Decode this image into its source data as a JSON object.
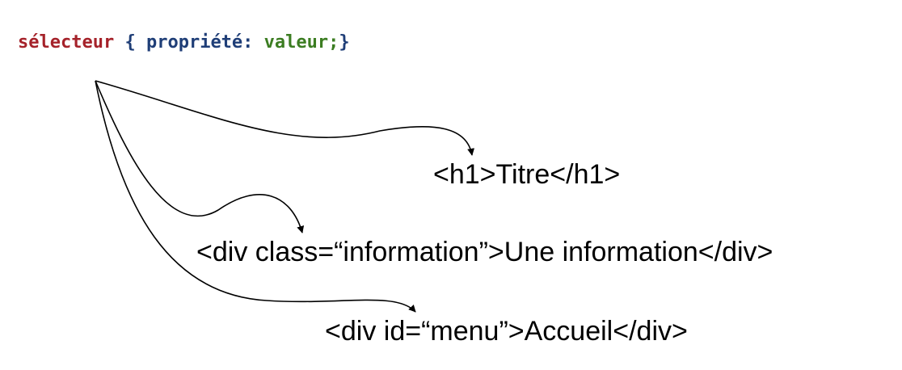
{
  "syntax": {
    "selector": "sélecteur",
    "open_brace": " { ",
    "property": "propriété: ",
    "value": "valeur;",
    "close_brace": "}"
  },
  "targets": {
    "h1": "<h1>Titre</h1>",
    "class_div": "<div class=“information”>Une information</div>",
    "id_div": "<div id=“menu”>Accueil</div>"
  },
  "colors": {
    "selector": "#a5222a",
    "brace": "#1f3e77",
    "property": "#1f3e77",
    "value": "#3c7d22"
  }
}
